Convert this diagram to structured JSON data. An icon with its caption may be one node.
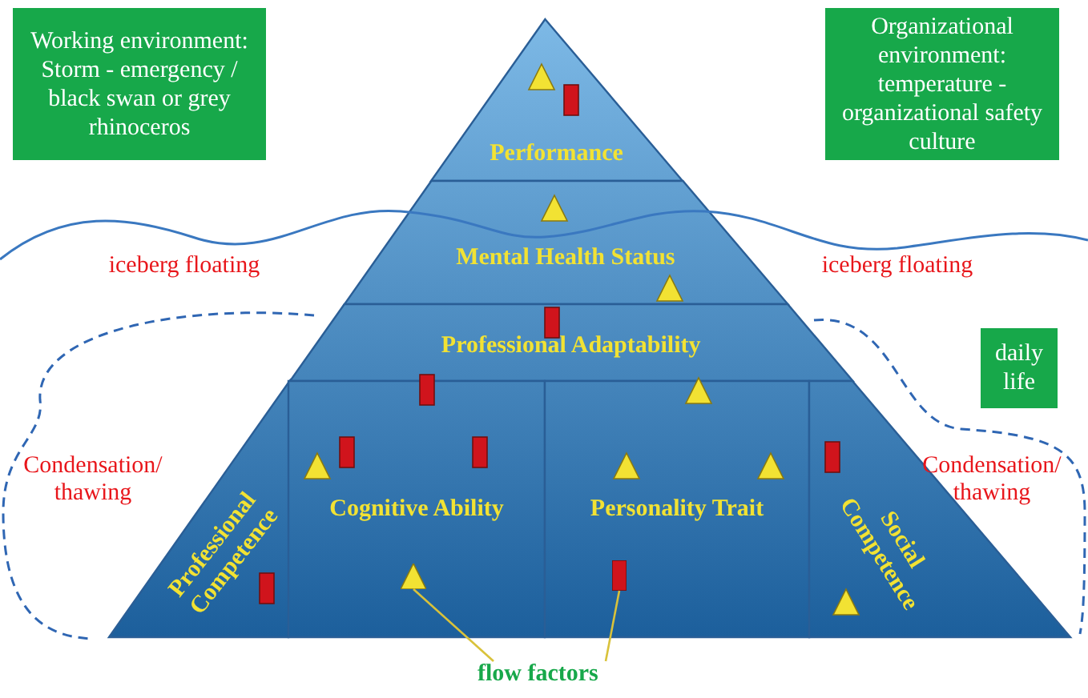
{
  "diagram": {
    "nodes": [
      {
        "text": [
          "Working environment: Storm - emergency / black swan or grey rhinoceros"
        ]
      },
      {
        "text": [
          "Organizational environment: temperature - organizational safety culture"
        ]
      },
      {
        "text": [
          "Performance"
        ]
      },
      {
        "text": [
          "Mental Health Status"
        ]
      },
      {
        "text": [
          "Professional Adaptability"
        ]
      },
      {
        "text": [
          "daily life"
        ]
      },
      {
        "text": [
          "Professional Competence"
        ]
      },
      {
        "text": [
          "Cognitive Ability"
        ]
      },
      {
        "text": [
          "Personality Trait"
        ]
      },
      {
        "text": [
          "Social Competence"
        ]
      },
      {
        "text": [],
        "shape": "triangle",
        "in": 7
      },
      {
        "text": [],
        "shape": "bar",
        "in": 8
      },
      {
        "text": [
          "flow factors"
        ]
      }
    ],
    "edges": [
      {
        "from": 12,
        "to": 10,
        "arrow": "none"
      },
      {
        "from": 12,
        "to": 11,
        "arrow": "none"
      }
    ],
    "labels": [
      "iceberg floating",
      "iceberg floating",
      "Condensation/ thawing",
      "Condensation/ thawing"
    ]
  }
}
